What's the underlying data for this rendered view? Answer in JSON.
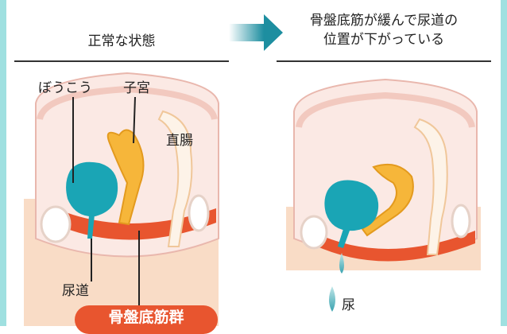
{
  "left_panel": {
    "heading": "正常な状態",
    "labels": {
      "bladder": "ぼうこう",
      "uterus": "子宮",
      "rectum": "直腸",
      "urethra": "尿道",
      "pelvic_floor": "骨盤底筋群"
    }
  },
  "right_panel": {
    "heading_line1": "骨盤底筋が緩んで尿道の",
    "heading_line2": "位置が下がっている",
    "labels": {
      "urine": "尿"
    }
  },
  "colors": {
    "frame": "#9fe0e0",
    "bladder": "#1aa5b5",
    "uterus": "#f6b63a",
    "muscle": "#e8552f",
    "tissue": "#f9dcc6",
    "pelvis_bg": "#fbe9e4",
    "arrow": "#1d8ea0"
  }
}
